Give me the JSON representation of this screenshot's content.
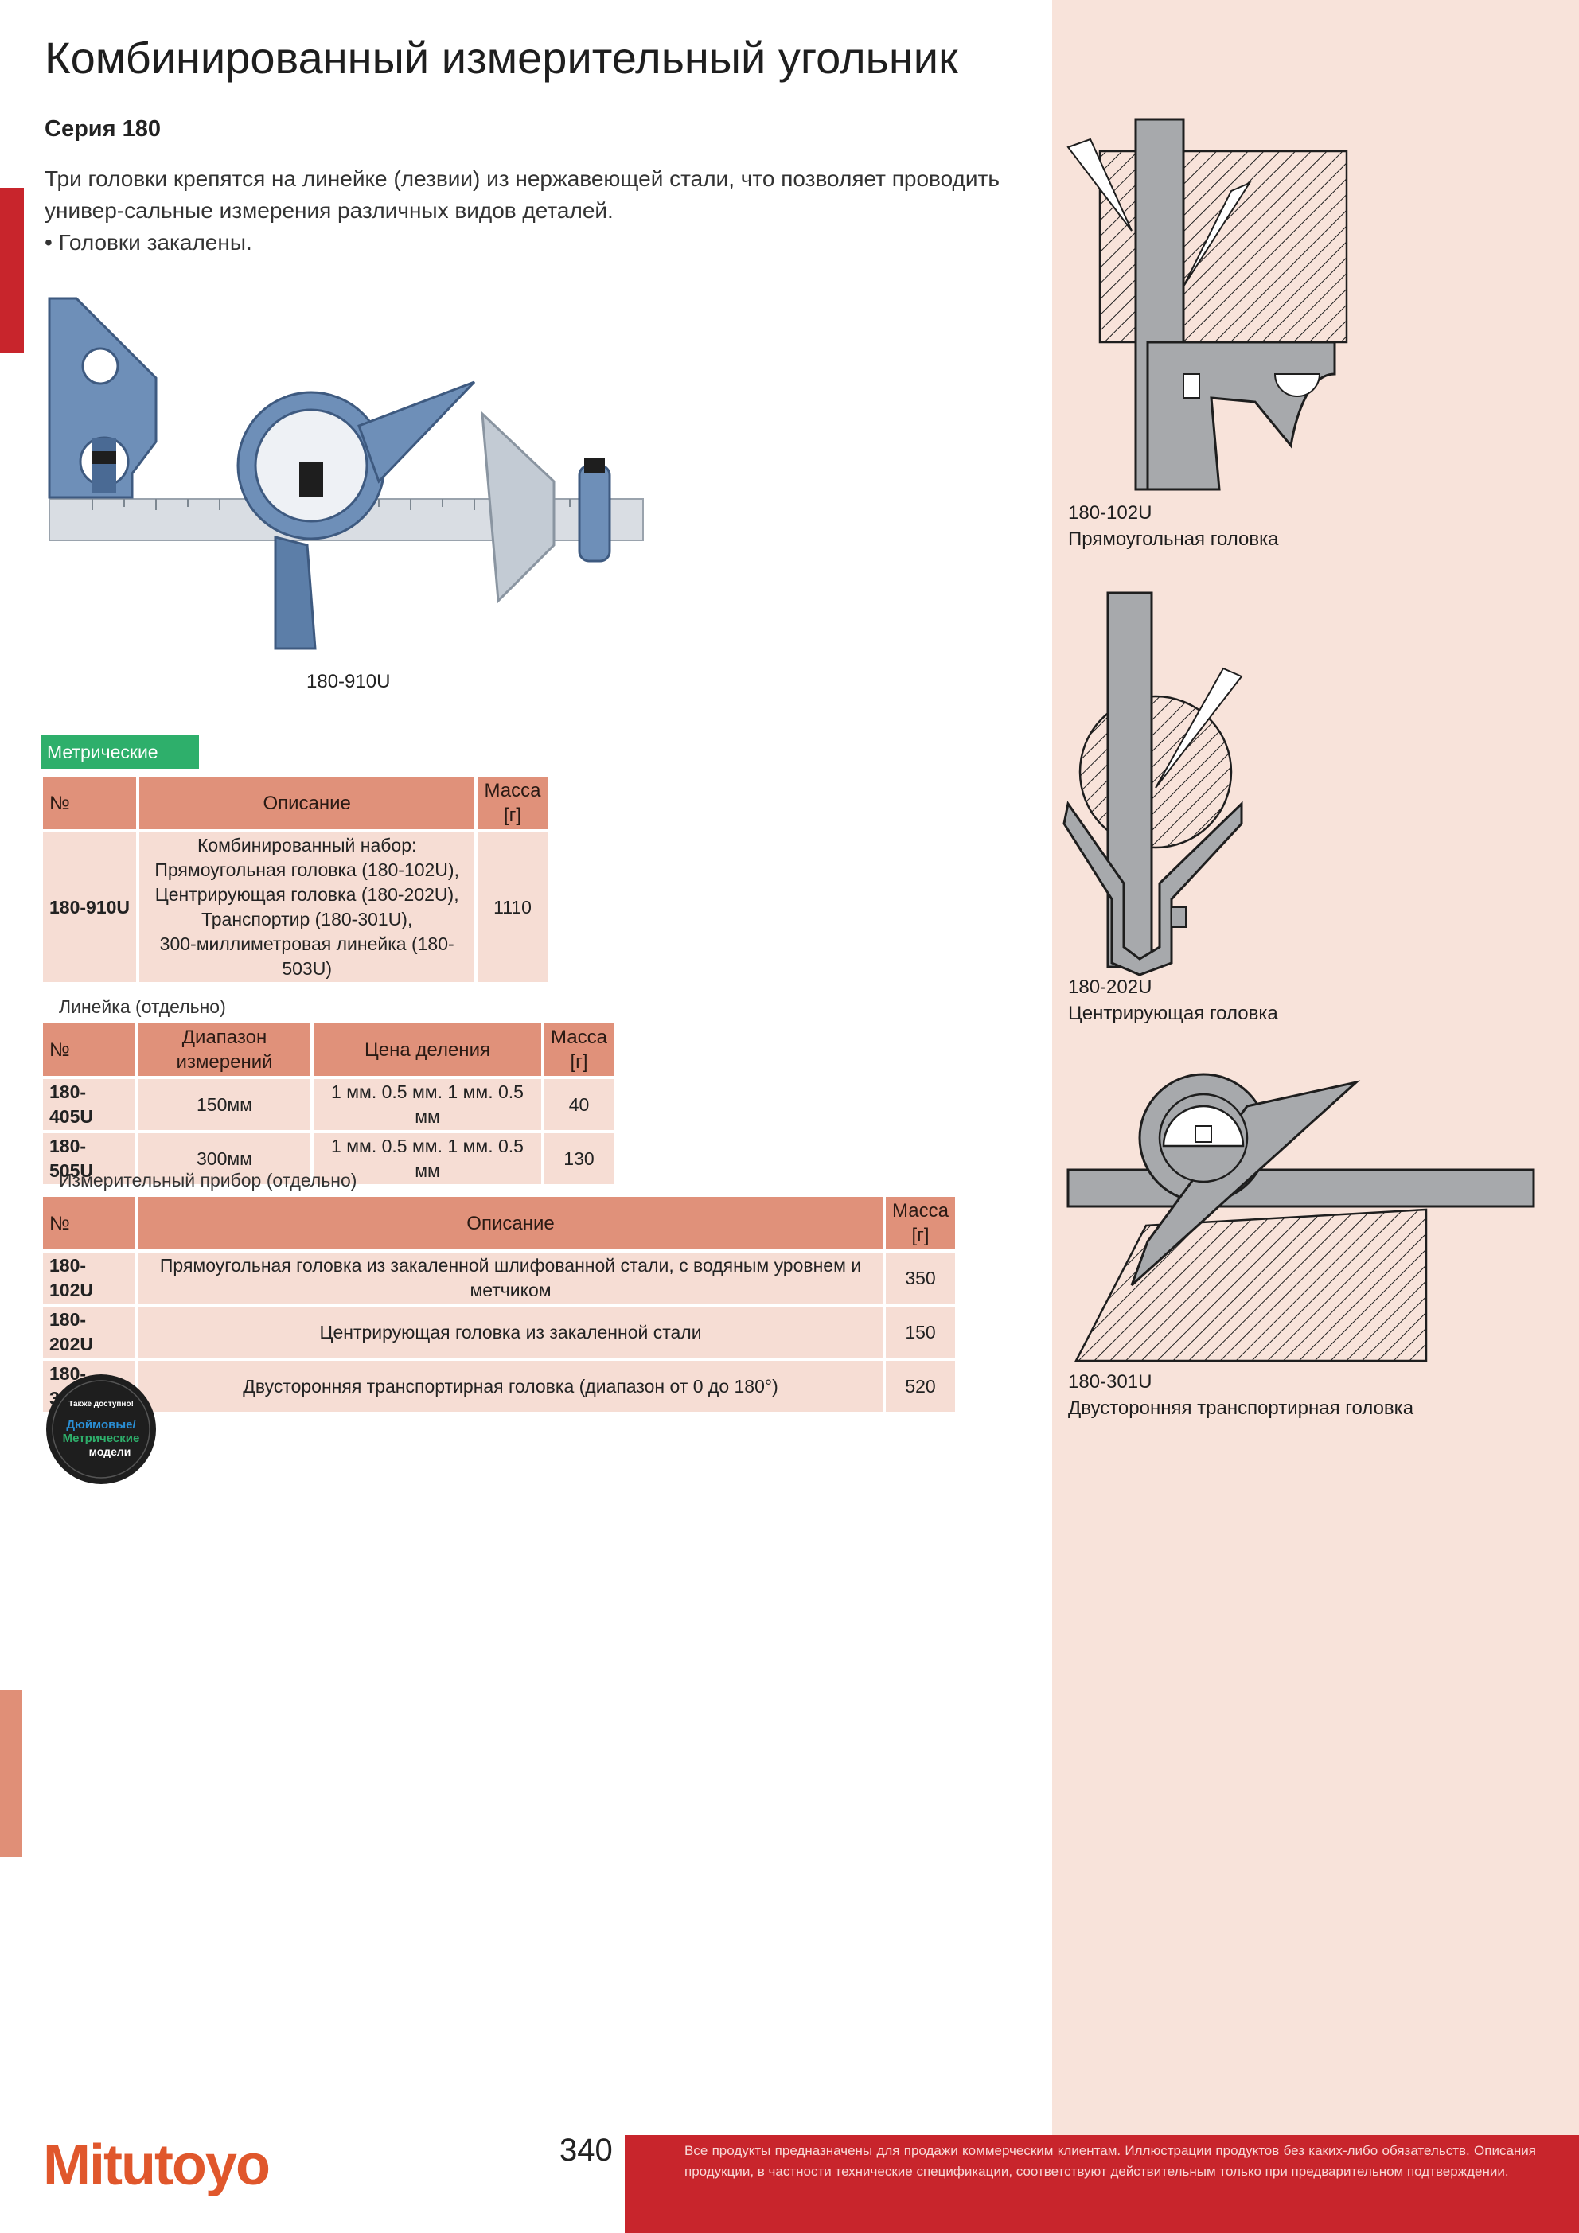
{
  "header": {
    "title": "Комбинированный измерительный угольник",
    "series": "Серия 180"
  },
  "intro": {
    "paragraph": "Три головки крепятся на линейке (лезвии) из нержавеющей стали, что позволяет проводить универ-сальные измерения различных видов деталей.",
    "bullet": "•  Головки закалены."
  },
  "product_image": {
    "caption": "180-910U"
  },
  "metric_table": {
    "section_label": "Метрические",
    "headers": [
      "№",
      "Описание",
      "Масса [г]"
    ],
    "row": {
      "code": "180-910U",
      "desc_lines": [
        "Комбинированный набор:",
        "Прямоугольная головка (180-102U),",
        "Центрирующая головка (180-202U),",
        "Транспортир (180-301U),",
        "300-миллиметровая линейка (180-503U)"
      ],
      "mass": "1110"
    }
  },
  "ruler_table": {
    "caption": "Линейка (отдельно)",
    "headers": [
      "№",
      "Диапазон измерений",
      "Цена деления",
      "Масса [г]"
    ],
    "rows": [
      {
        "code": "180-405U",
        "range": "150мм",
        "grad": "1 мм. 0.5 мм. 1 мм. 0.5 мм",
        "mass": "40"
      },
      {
        "code": "180-505U",
        "range": "300мм",
        "grad": "1 мм. 0.5 мм. 1 мм. 0.5 мм",
        "mass": "130"
      }
    ]
  },
  "instrument_table": {
    "caption": "Измерительный прибор (отдельно)",
    "headers": [
      "№",
      "Описание",
      "Масса [г]"
    ],
    "rows": [
      {
        "code": "180-102U",
        "desc": "Прямоугольная головка из закаленной шлифованной стали, с водяным уровнем и метчиком",
        "mass": "350"
      },
      {
        "code": "180-202U",
        "desc": "Центрирующая головка из закаленной стали",
        "mass": "150"
      },
      {
        "code": "180-301U",
        "desc": "Двусторонняя транспортирная головка (диапазон от 0 до 180°)",
        "mass": "520"
      }
    ]
  },
  "badge": {
    "top": "Также доступно!",
    "line1": "Дюймовые/",
    "line2": "Метрические",
    "line3": "модели"
  },
  "side_diagrams": [
    {
      "code": "180-102U",
      "name": "Прямоугольная головка"
    },
    {
      "code": "180-202U",
      "name": "Центрирующая головка"
    },
    {
      "code": "180-301U",
      "name": "Двусторонняя транспортирная головка"
    }
  ],
  "footer": {
    "page_number": "340",
    "logo": "Mitutoyo",
    "disclaimer": "Все продукты предназначены для продажи коммерческим клиентам. Иллюстрации продуктов без каких-либо обязательств. Описания продукции, в частности технические спецификации, соответствуют действительным только при предварительном подтверждении."
  },
  "colors": {
    "accent_red": "#c8252c",
    "table_header": "#e0917a",
    "table_cell": "#f6ddd4",
    "side_panel": "#f8e3da",
    "metric_green": "#2eaf6b"
  }
}
